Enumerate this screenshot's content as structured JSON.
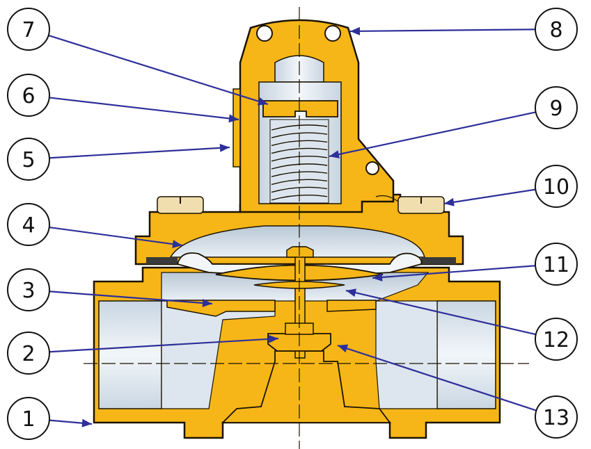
{
  "callouts": [
    {
      "id": "c1",
      "label": "1"
    },
    {
      "id": "c2",
      "label": "2"
    },
    {
      "id": "c3",
      "label": "3"
    },
    {
      "id": "c4",
      "label": "4"
    },
    {
      "id": "c5",
      "label": "5"
    },
    {
      "id": "c6",
      "label": "6"
    },
    {
      "id": "c7",
      "label": "7"
    },
    {
      "id": "c8",
      "label": "8"
    },
    {
      "id": "c9",
      "label": "9"
    },
    {
      "id": "c10",
      "label": "10"
    },
    {
      "id": "c11",
      "label": "11"
    },
    {
      "id": "c12",
      "label": "12"
    },
    {
      "id": "c13",
      "label": "13"
    }
  ],
  "colors": {
    "body": "#f6b617",
    "body_outline": "#1a1200",
    "cavity": "#d3dfe9",
    "cavity_light": "#eef3f8",
    "leader": "#2d2f9a",
    "screw": "#f0deae",
    "gasket": "#3a3a3a"
  }
}
